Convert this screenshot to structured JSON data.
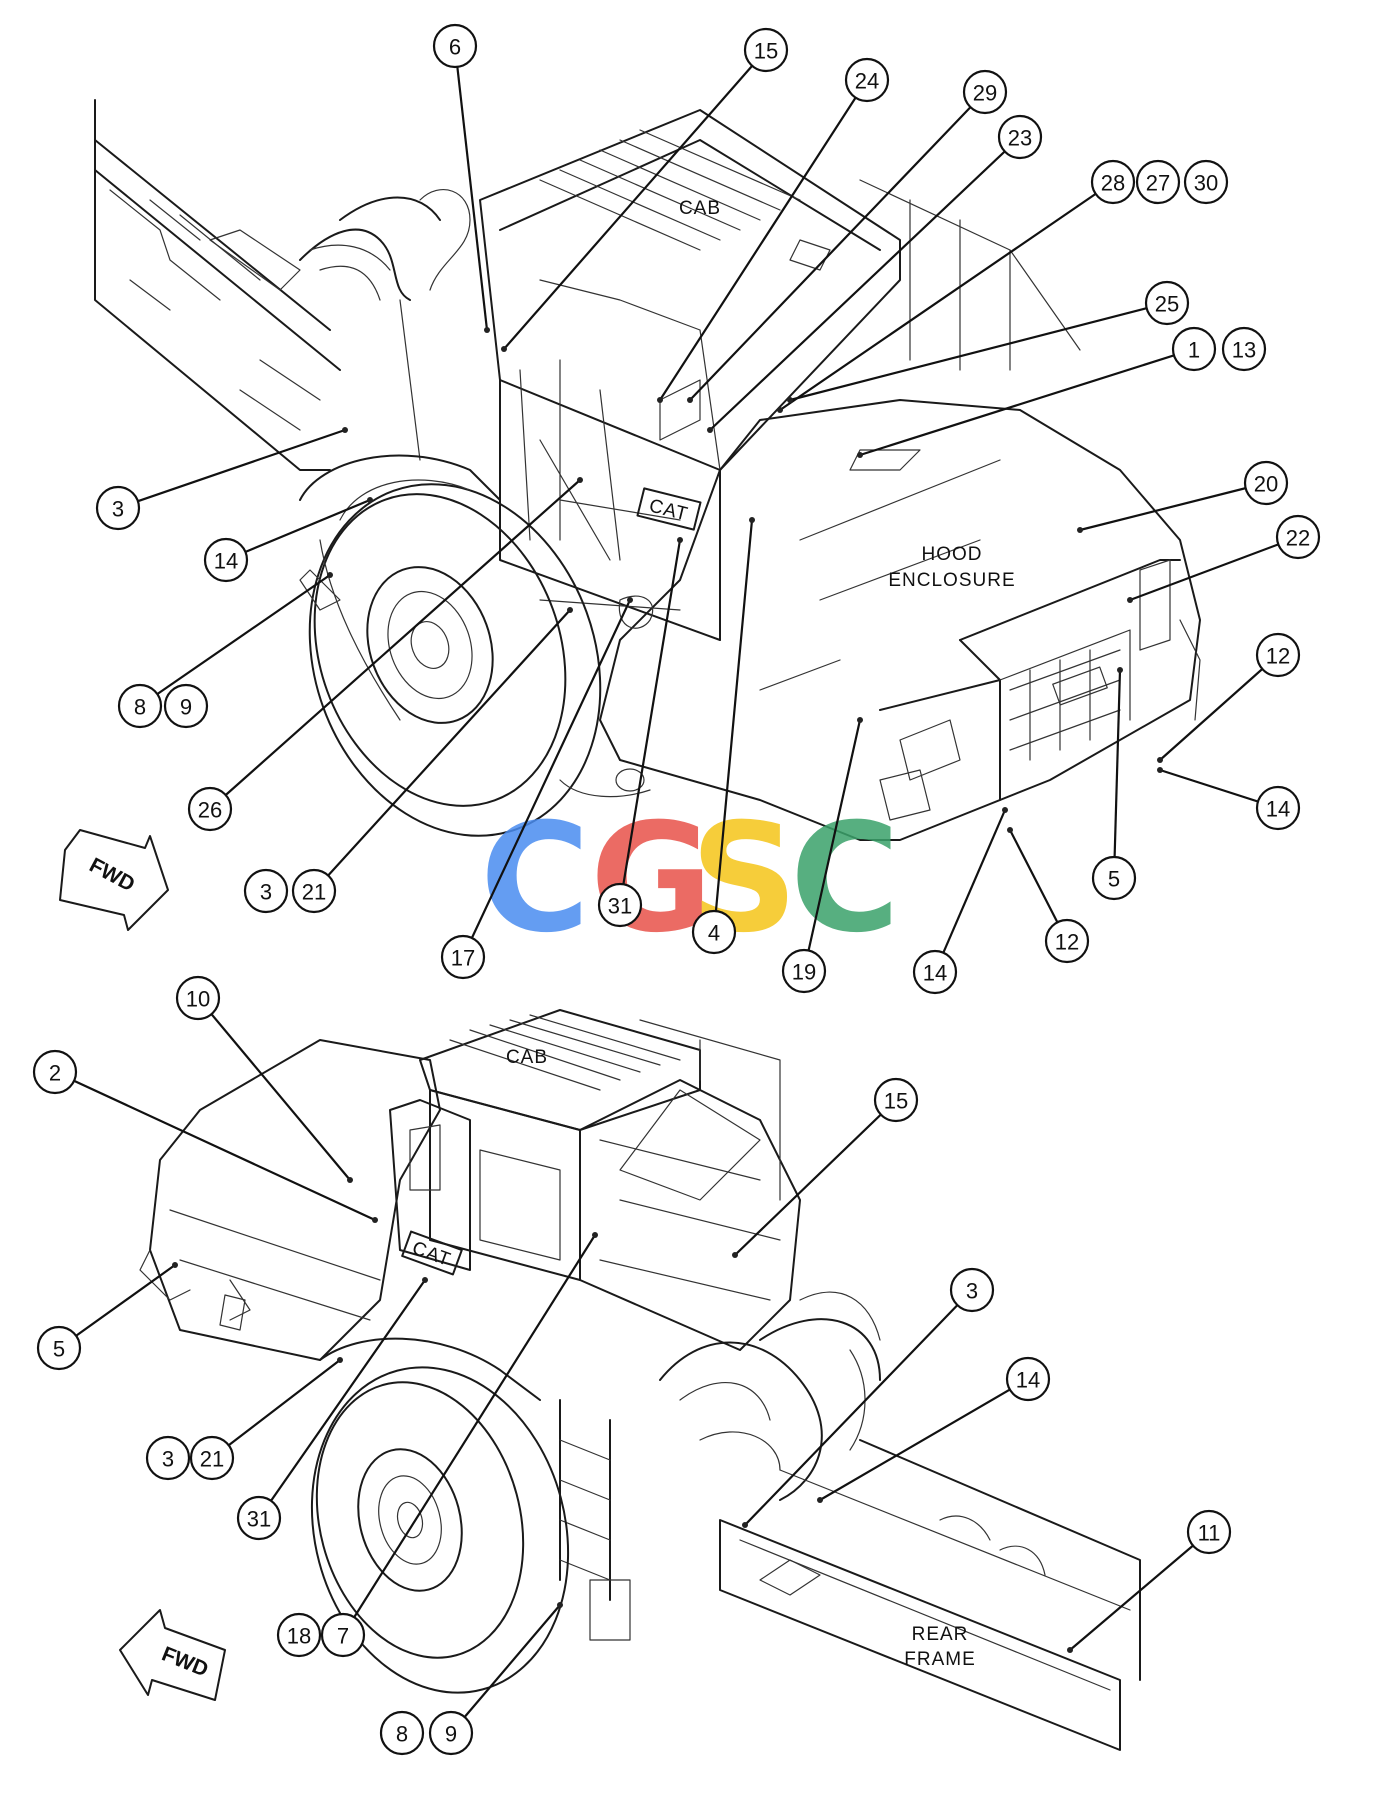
{
  "labels": {
    "top_cab": "CAB",
    "hood_line1": "HOOD",
    "hood_line2": "ENCLOSURE",
    "bottom_cab": "CAB",
    "rear_line1": "REAR",
    "rear_line2": "FRAME",
    "fwd_top": "FWD",
    "fwd_bottom": "FWD",
    "badge_text": "CAT"
  },
  "watermark": {
    "letters": [
      "C",
      "G",
      "S",
      "C"
    ],
    "colors": [
      "#4a8cf0",
      "#e8524a",
      "#f5c518",
      "#3aa26a"
    ]
  },
  "callouts_top": [
    "6",
    "15",
    "24",
    "29",
    "23",
    "28",
    "27",
    "30",
    "25",
    "1",
    "13",
    "20",
    "22",
    "12",
    "14",
    "5",
    "12",
    "14",
    "19",
    "4",
    "31",
    "17",
    "3",
    "21",
    "26",
    "8",
    "9",
    "14",
    "3"
  ],
  "callouts_bottom": [
    "10",
    "2",
    "5",
    "3",
    "21",
    "31",
    "18",
    "7",
    "8",
    "9",
    "15",
    "3",
    "14",
    "11"
  ]
}
